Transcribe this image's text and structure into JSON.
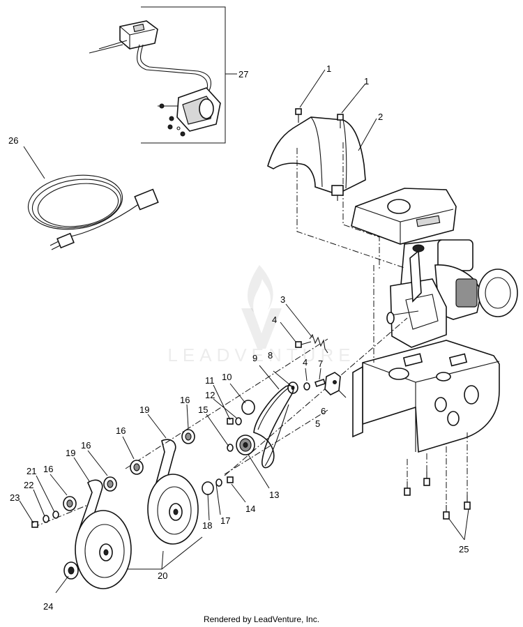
{
  "callouts": [
    {
      "id": "1a",
      "text": "1"
    },
    {
      "id": "1b",
      "text": "1"
    },
    {
      "id": "2",
      "text": "2"
    },
    {
      "id": "3",
      "text": "3"
    },
    {
      "id": "4a",
      "text": "4"
    },
    {
      "id": "4b",
      "text": "4"
    },
    {
      "id": "5",
      "text": "5"
    },
    {
      "id": "6",
      "text": "6"
    },
    {
      "id": "7",
      "text": "7"
    },
    {
      "id": "8",
      "text": "8"
    },
    {
      "id": "9",
      "text": "9"
    },
    {
      "id": "10",
      "text": "10"
    },
    {
      "id": "11",
      "text": "11"
    },
    {
      "id": "12",
      "text": "12"
    },
    {
      "id": "13",
      "text": "13"
    },
    {
      "id": "14",
      "text": "14"
    },
    {
      "id": "15",
      "text": "15"
    },
    {
      "id": "16a",
      "text": "16"
    },
    {
      "id": "16b",
      "text": "16"
    },
    {
      "id": "16c",
      "text": "16"
    },
    {
      "id": "16d",
      "text": "16"
    },
    {
      "id": "17",
      "text": "17"
    },
    {
      "id": "18",
      "text": "18"
    },
    {
      "id": "19a",
      "text": "19"
    },
    {
      "id": "19b",
      "text": "19"
    },
    {
      "id": "20",
      "text": "20"
    },
    {
      "id": "21",
      "text": "21"
    },
    {
      "id": "22",
      "text": "22"
    },
    {
      "id": "23",
      "text": "23"
    },
    {
      "id": "24",
      "text": "24"
    },
    {
      "id": "25",
      "text": "25"
    },
    {
      "id": "26",
      "text": "26"
    },
    {
      "id": "27",
      "text": "27"
    }
  ],
  "watermark": {
    "text": "LEADVENTURE"
  },
  "footer": {
    "text": "Rendered by LeadVenture, Inc."
  }
}
